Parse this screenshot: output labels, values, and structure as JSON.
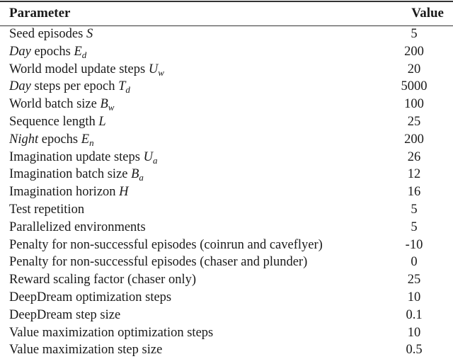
{
  "table": {
    "headers": {
      "parameter": "Parameter",
      "value": "Value"
    },
    "rows": [
      {
        "prefix_italic": "",
        "label": "Seed episodes ",
        "symbol": "S",
        "subscript": "",
        "value": "5"
      },
      {
        "prefix_italic": "Day",
        "label": " epochs ",
        "symbol": "E",
        "subscript": "d",
        "value": "200"
      },
      {
        "prefix_italic": "",
        "label": "World model update steps ",
        "symbol": "U",
        "subscript": "w",
        "value": "20"
      },
      {
        "prefix_italic": "Day",
        "label": " steps per epoch ",
        "symbol": "T",
        "subscript": "d",
        "value": "5000"
      },
      {
        "prefix_italic": "",
        "label": "World batch size ",
        "symbol": "B",
        "subscript": "w",
        "value": "100"
      },
      {
        "prefix_italic": "",
        "label": "Sequence length ",
        "symbol": "L",
        "subscript": "",
        "value": "25"
      },
      {
        "prefix_italic": "Night",
        "label": " epochs ",
        "symbol": "E",
        "subscript": "n",
        "value": "200"
      },
      {
        "prefix_italic": "",
        "label": "Imagination update steps ",
        "symbol": "U",
        "subscript": "a",
        "value": "26"
      },
      {
        "prefix_italic": "",
        "label": "Imagination batch size ",
        "symbol": "B",
        "subscript": "a",
        "value": "12"
      },
      {
        "prefix_italic": "",
        "label": "Imagination horizon ",
        "symbol": "H",
        "subscript": "",
        "value": "16"
      },
      {
        "prefix_italic": "",
        "label": "Test repetition",
        "symbol": "",
        "subscript": "",
        "value": "5"
      },
      {
        "prefix_italic": "",
        "label": "Parallelized environments",
        "symbol": "",
        "subscript": "",
        "value": "5"
      },
      {
        "prefix_italic": "",
        "label": "Penalty for non-successful episodes (coinrun and caveflyer)",
        "symbol": "",
        "subscript": "",
        "value": "-10"
      },
      {
        "prefix_italic": "",
        "label": "Penalty for non-successful episodes (chaser and plunder)",
        "symbol": "",
        "subscript": "",
        "value": "0"
      },
      {
        "prefix_italic": "",
        "label": "Reward scaling factor (chaser only)",
        "symbol": "",
        "subscript": "",
        "value": "25"
      },
      {
        "prefix_italic": "",
        "label": "DeepDream optimization steps",
        "symbol": "",
        "subscript": "",
        "value": "10"
      },
      {
        "prefix_italic": "",
        "label": "DeepDream step size",
        "symbol": "",
        "subscript": "",
        "value": "0.1"
      },
      {
        "prefix_italic": "",
        "label": "Value maximization optimization steps",
        "symbol": "",
        "subscript": "",
        "value": "10"
      },
      {
        "prefix_italic": "",
        "label": "Value maximization step size",
        "symbol": "",
        "subscript": "",
        "value": "0.5"
      }
    ]
  }
}
